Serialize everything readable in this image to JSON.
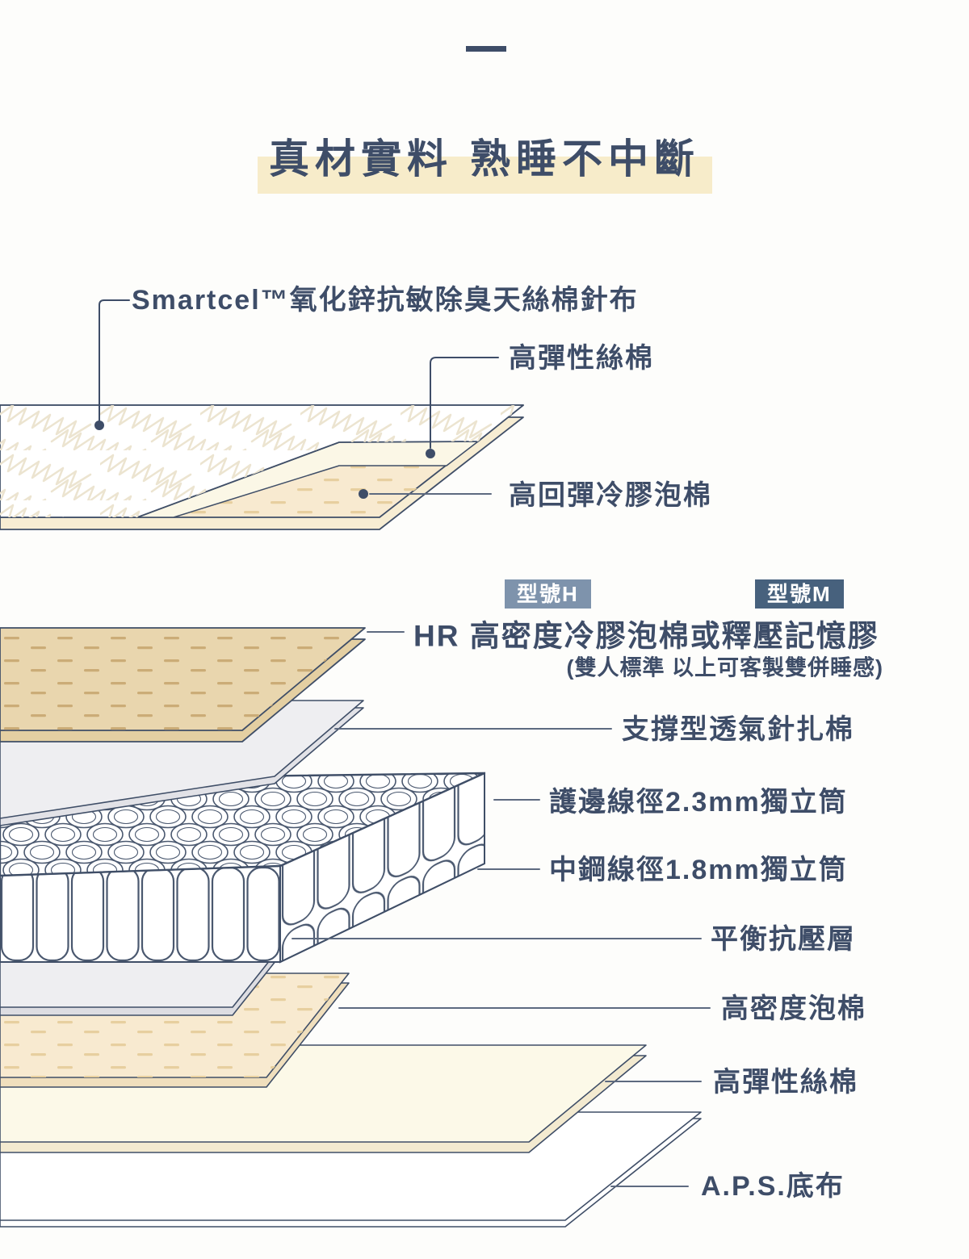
{
  "header": {
    "title": "真材實料 熟睡不中斷",
    "title_color": "#3e4d68",
    "highlight_color": "#f7ecca"
  },
  "diagram": {
    "top_stack": {
      "labels": [
        {
          "id": "smartcel",
          "text": "Smartcel™氧化鋅抗敏除臭天絲棉針布"
        },
        {
          "id": "silk_top",
          "text": "高彈性絲棉"
        },
        {
          "id": "cold_foam",
          "text": "高回彈冷膠泡棉"
        }
      ]
    },
    "model_badges": [
      {
        "id": "model_h",
        "label": "型號H",
        "bg": "#7e93ac"
      },
      {
        "id": "model_m",
        "label": "型號M",
        "bg": "#47617d"
      }
    ],
    "bottom_stack": {
      "labels": [
        {
          "id": "hr_foam",
          "text": "HR 高密度冷膠泡棉或釋壓記憶膠",
          "subtext": "(雙人標準 以上可客製雙併睡感)"
        },
        {
          "id": "support_cotton",
          "text": "支撐型透氣針扎棉"
        },
        {
          "id": "edge_coil",
          "text": "護邊線徑2.3mm獨立筒"
        },
        {
          "id": "center_coil",
          "text": "中鋼線徑1.8mm獨立筒"
        },
        {
          "id": "balance_layer",
          "text": "平衡抗壓層"
        },
        {
          "id": "density_foam",
          "text": "高密度泡棉"
        },
        {
          "id": "silk_bottom",
          "text": "高彈性絲棉"
        },
        {
          "id": "aps_fabric",
          "text": "A.P.S.底布"
        }
      ]
    }
  },
  "colors": {
    "text_navy": "#3e4d68",
    "leader_line": "#6e7a8e",
    "tan_foam": "#e9d6ae",
    "tan_dash": "#cbac77",
    "peach_foam": "#f8ead0",
    "peach_dash": "#ecd4a4",
    "pale_silk": "#fcf9e8",
    "gray_layer": "#eeeef1",
    "quilt_zigzag": "#ece4d0"
  }
}
